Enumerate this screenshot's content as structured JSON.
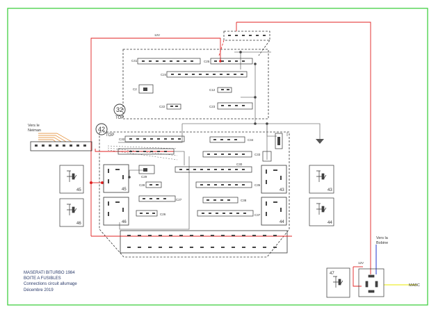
{
  "caption": {
    "model": "MASERATI BITURBO 1984",
    "subtitle": "BOITE A FUSIBLES",
    "desc": "Connections circuit allumage",
    "date": "Décembre 2019"
  },
  "labels": {
    "neiman": [
      "Vers le",
      "Neiman"
    ],
    "bobine": [
      "Vers la",
      "Bobine"
    ],
    "mabc": "MABC",
    "voltage": "12V",
    "top": "TOP"
  },
  "boards": {
    "upper": "32",
    "lower": "42"
  },
  "connectors": {
    "c41": "C41",
    "c25": "C25",
    "c24": "C24",
    "c2": "C2",
    "c12": "C12",
    "c22": "C22",
    "c23": "C23",
    "c32": "C32",
    "c34": "C34",
    "c33": "C33",
    "c30": "C30",
    "c35": "C35",
    "c38": "C38",
    "c27": "C27",
    "c36": "C36",
    "c26": "C26",
    "c37": "C37",
    "c29": "C29",
    "c28": "C28"
  },
  "relays": {
    "r45": "45",
    "r46": "46",
    "r43": "43",
    "r44": "44",
    "r47": "47"
  },
  "colors": {
    "border": "#33cc33",
    "wire_red": "#e02020",
    "wire_blue": "#2233cc",
    "wire_yellow": "#eeee33",
    "wire_grey": "#777777",
    "wire_orange": "#e0801e"
  }
}
